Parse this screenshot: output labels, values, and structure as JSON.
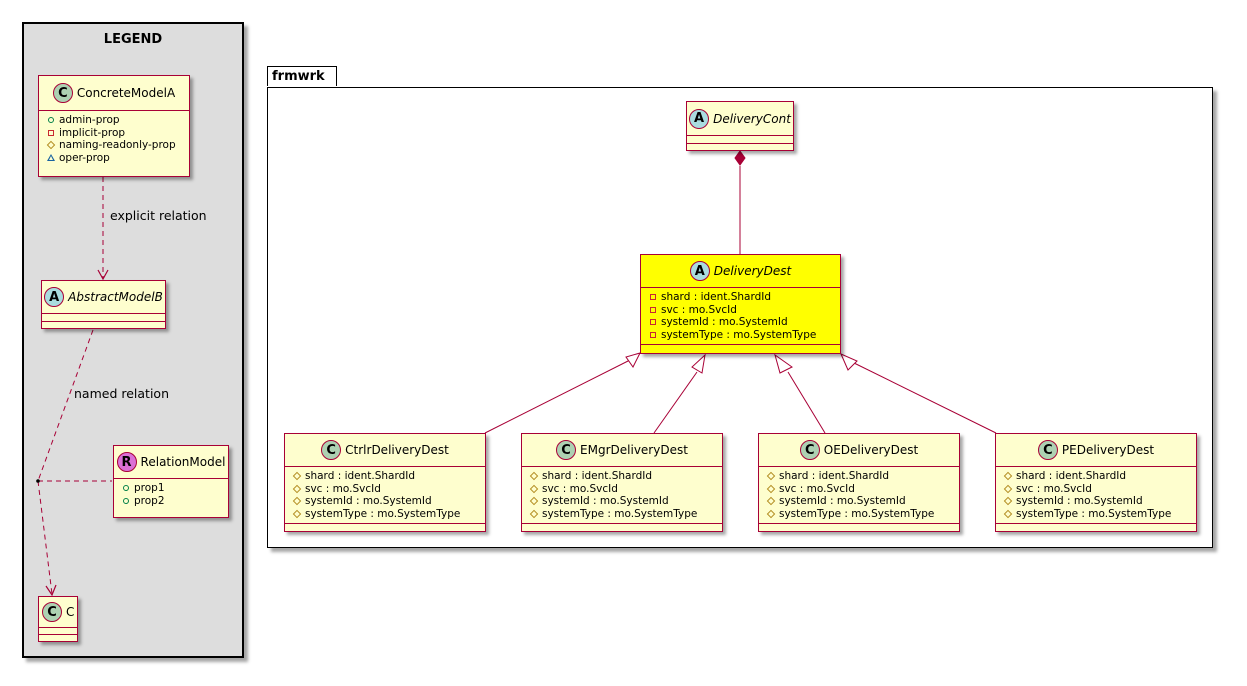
{
  "legend": {
    "title": "LEGEND",
    "concrete": {
      "badge": "C",
      "name": "ConcreteModelA",
      "attrs": [
        {
          "vis": "plus",
          "text": "admin-prop"
        },
        {
          "vis": "minus",
          "text": "implicit-prop"
        },
        {
          "vis": "hash",
          "text": "naming-readonly-prop"
        },
        {
          "vis": "tilde",
          "text": "oper-prop"
        }
      ]
    },
    "abstract": {
      "badge": "A",
      "name": "AbstractModelB"
    },
    "relation": {
      "badge": "R",
      "name": "RelationModel",
      "attrs": [
        {
          "vis": "plus",
          "text": "prop1"
        },
        {
          "vis": "plus",
          "text": "prop2"
        }
      ]
    },
    "c": {
      "badge": "C",
      "name": "C"
    },
    "explicit_label": "explicit relation",
    "named_label": "named relation"
  },
  "package": {
    "name": "frmwrk",
    "delivery_cont": {
      "badge": "A",
      "name": "DeliveryCont"
    },
    "delivery_dest": {
      "badge": "A",
      "name": "DeliveryDest",
      "attrs": [
        {
          "vis": "minus",
          "text": "shard : ident.ShardId"
        },
        {
          "vis": "minus",
          "text": "svc : mo.SvcId"
        },
        {
          "vis": "minus",
          "text": "systemId : mo.SystemId"
        },
        {
          "vis": "minus",
          "text": "systemType : mo.SystemType"
        }
      ]
    },
    "subclasses": [
      {
        "badge": "C",
        "name": "CtrlrDeliveryDest",
        "attrs": [
          {
            "vis": "hash",
            "text": "shard : ident.ShardId"
          },
          {
            "vis": "hash",
            "text": "svc : mo.SvcId"
          },
          {
            "vis": "hash",
            "text": "systemId : mo.SystemId"
          },
          {
            "vis": "hash",
            "text": "systemType : mo.SystemType"
          }
        ]
      },
      {
        "badge": "C",
        "name": "EMgrDeliveryDest",
        "attrs": [
          {
            "vis": "hash",
            "text": "shard : ident.ShardId"
          },
          {
            "vis": "hash",
            "text": "svc : mo.SvcId"
          },
          {
            "vis": "hash",
            "text": "systemId : mo.SystemId"
          },
          {
            "vis": "hash",
            "text": "systemType : mo.SystemType"
          }
        ]
      },
      {
        "badge": "C",
        "name": "OEDeliveryDest",
        "attrs": [
          {
            "vis": "hash",
            "text": "shard : ident.ShardId"
          },
          {
            "vis": "hash",
            "text": "svc : mo.SvcId"
          },
          {
            "vis": "hash",
            "text": "systemId : mo.SystemId"
          },
          {
            "vis": "hash",
            "text": "systemType : mo.SystemType"
          }
        ]
      },
      {
        "badge": "C",
        "name": "PEDeliveryDest",
        "attrs": [
          {
            "vis": "hash",
            "text": "shard : ident.ShardId"
          },
          {
            "vis": "hash",
            "text": "svc : mo.SvcId"
          },
          {
            "vis": "hash",
            "text": "systemId : mo.SystemId"
          },
          {
            "vis": "hash",
            "text": "systemType : mo.SystemType"
          }
        ]
      }
    ]
  },
  "colors": {
    "border": "#a80036",
    "class_fill": "#fefece",
    "highlight": "#ffff00",
    "legend_bg": "#dddddd"
  }
}
